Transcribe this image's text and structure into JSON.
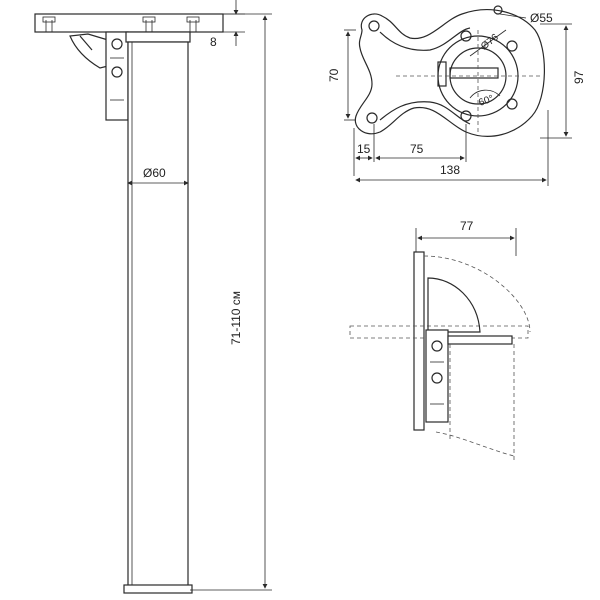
{
  "dimensions": {
    "plate_thickness": "8",
    "tube_diameter": "Ø60",
    "height_range": "71-110 см",
    "base_height": "70",
    "edge_offset": "15",
    "hole_spacing": "75",
    "base_width": "138",
    "base_depth": "97",
    "outer_diameter": "Ø55",
    "bolt_circle": "Ø76",
    "angle": "60°",
    "fold_clearance": "77"
  }
}
